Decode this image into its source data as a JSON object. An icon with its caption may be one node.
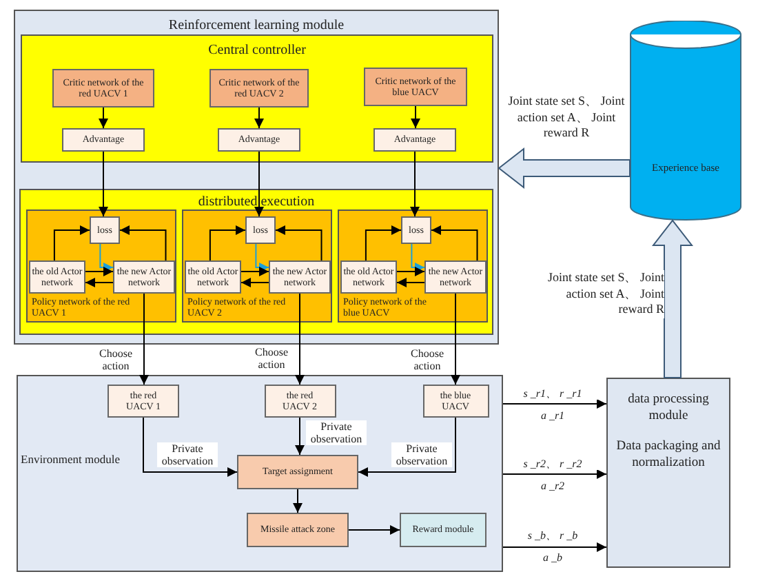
{
  "diagram": {
    "nodes": [
      {
        "text": [
          "Reinforcement learning module"
        ]
      },
      {
        "text": [
          "Central controller"
        ],
        "in": 0
      },
      {
        "text": [
          "Critic network of the red UACV 1"
        ],
        "in": 1
      },
      {
        "text": [
          "Critic network of the red UACV 2"
        ],
        "in": 1
      },
      {
        "text": [
          "Critic network of the blue UACV"
        ],
        "in": 1
      },
      {
        "text": [
          "Advantage"
        ],
        "in": 1
      },
      {
        "text": [
          "Advantage"
        ],
        "in": 1
      },
      {
        "text": [
          "Advantage"
        ],
        "in": 1
      },
      {
        "text": [
          "distributed execution"
        ],
        "in": 0
      },
      {
        "text": [
          "Policy network of the red UACV 1"
        ],
        "in": 8
      },
      {
        "text": [
          "loss"
        ],
        "in": 9
      },
      {
        "text": [
          "the old Actor network"
        ],
        "in": 9
      },
      {
        "text": [
          "the new Actor network"
        ],
        "in": 9
      },
      {
        "text": [
          "Policy network of the red UACV 2"
        ],
        "in": 8
      },
      {
        "text": [
          "loss"
        ],
        "in": 13
      },
      {
        "text": [
          "the old Actor network"
        ],
        "in": 13
      },
      {
        "text": [
          "the new Actor network"
        ],
        "in": 13
      },
      {
        "text": [
          "Policy network of the blue UACV"
        ],
        "in": 8
      },
      {
        "text": [
          "loss"
        ],
        "in": 17
      },
      {
        "text": [
          "the old Actor network"
        ],
        "in": 17
      },
      {
        "text": [
          "the new Actor network"
        ],
        "in": 17
      },
      {
        "text": [
          "Experience base"
        ]
      },
      {
        "text": [
          "Environment module"
        ]
      },
      {
        "text": [
          "the red UACV 1"
        ],
        "in": 22
      },
      {
        "text": [
          "the red UACV 2"
        ],
        "in": 22
      },
      {
        "text": [
          "the blue UACV"
        ],
        "in": 22
      },
      {
        "text": [
          "Target assignment"
        ],
        "in": 22
      },
      {
        "text": [
          "Missile attack zone"
        ],
        "in": 22
      },
      {
        "text": [
          "Reward module"
        ],
        "in": 22
      },
      {
        "text": [
          "data processing module",
          "Data packaging and normalization"
        ]
      }
    ],
    "edges": [
      {
        "from": 2,
        "to": 5,
        "arrow": "to"
      },
      {
        "from": 3,
        "to": 6,
        "arrow": "to"
      },
      {
        "from": 4,
        "to": 7,
        "arrow": "to"
      },
      {
        "from": 5,
        "to": 10,
        "arrow": "to"
      },
      {
        "from": 6,
        "to": 14,
        "arrow": "to"
      },
      {
        "from": 7,
        "to": 18,
        "arrow": "to"
      },
      {
        "from": 11,
        "to": 10,
        "arrow": "to"
      },
      {
        "from": 12,
        "to": 10,
        "arrow": "to"
      },
      {
        "from": 10,
        "to": 12,
        "arrow": "to",
        "color": "#1ca0d8"
      },
      {
        "from": 11,
        "to": 12,
        "arrow": "to"
      },
      {
        "from": 12,
        "to": 11,
        "arrow": "to"
      },
      {
        "from": 15,
        "to": 14,
        "arrow": "to"
      },
      {
        "from": 16,
        "to": 14,
        "arrow": "to"
      },
      {
        "from": 14,
        "to": 16,
        "arrow": "to",
        "color": "#1ca0d8"
      },
      {
        "from": 15,
        "to": 16,
        "arrow": "to"
      },
      {
        "from": 16,
        "to": 15,
        "arrow": "to"
      },
      {
        "from": 19,
        "to": 18,
        "arrow": "to"
      },
      {
        "from": 20,
        "to": 18,
        "arrow": "to"
      },
      {
        "from": 18,
        "to": 20,
        "arrow": "to",
        "color": "#1ca0d8"
      },
      {
        "from": 19,
        "to": 20,
        "arrow": "to"
      },
      {
        "from": 20,
        "to": 19,
        "arrow": "to"
      },
      {
        "from": 12,
        "to": 23,
        "arrow": "to",
        "label": "Choose action"
      },
      {
        "from": 16,
        "to": 24,
        "arrow": "to",
        "label": "Choose action"
      },
      {
        "from": 20,
        "to": 25,
        "arrow": "to",
        "label": "Choose action"
      },
      {
        "from": 23,
        "to": 26,
        "arrow": "to",
        "label": "Private observation"
      },
      {
        "from": 24,
        "to": 26,
        "arrow": "to",
        "label": "Private observation"
      },
      {
        "from": 25,
        "to": 26,
        "arrow": "to",
        "label": "Private observation"
      },
      {
        "from": 26,
        "to": 27,
        "arrow": "to"
      },
      {
        "from": 27,
        "to": 28,
        "arrow": "to"
      },
      {
        "from": 21,
        "to": 0,
        "arrow": "to",
        "style": "thick",
        "label": "Joint state set S、 Joint action set A、 Joint reward R"
      },
      {
        "from": 29,
        "to": 21,
        "arrow": "to",
        "style": "thick",
        "label": "Joint state set S、 Joint action set A、 Joint reward R"
      },
      {
        "from": 22,
        "to": 29,
        "arrow": "to",
        "label": "s _r1、 r _r1"
      },
      {
        "from": 22,
        "to": 29,
        "arrow": "to",
        "label": "s _r2、 r _r2"
      },
      {
        "from": 22,
        "to": 29,
        "arrow": "to",
        "label": "s _b、 r _b"
      }
    ],
    "labels": [
      "a _r1",
      "a _r2",
      "a _b"
    ]
  }
}
